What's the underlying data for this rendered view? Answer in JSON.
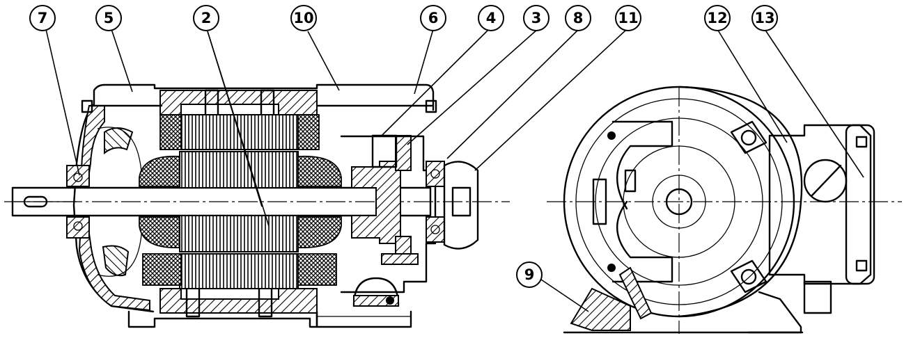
{
  "callouts": [
    {
      "id": "c7",
      "label": "7"
    },
    {
      "id": "c5",
      "label": "5"
    },
    {
      "id": "c2",
      "label": "2"
    },
    {
      "id": "c10",
      "label": "10"
    },
    {
      "id": "c6",
      "label": "6"
    },
    {
      "id": "c4",
      "label": "4"
    },
    {
      "id": "c3",
      "label": "3"
    },
    {
      "id": "c8",
      "label": "8"
    },
    {
      "id": "c11",
      "label": "11"
    },
    {
      "id": "c12",
      "label": "12"
    },
    {
      "id": "c13",
      "label": "13"
    },
    {
      "id": "c9",
      "label": "9"
    }
  ]
}
